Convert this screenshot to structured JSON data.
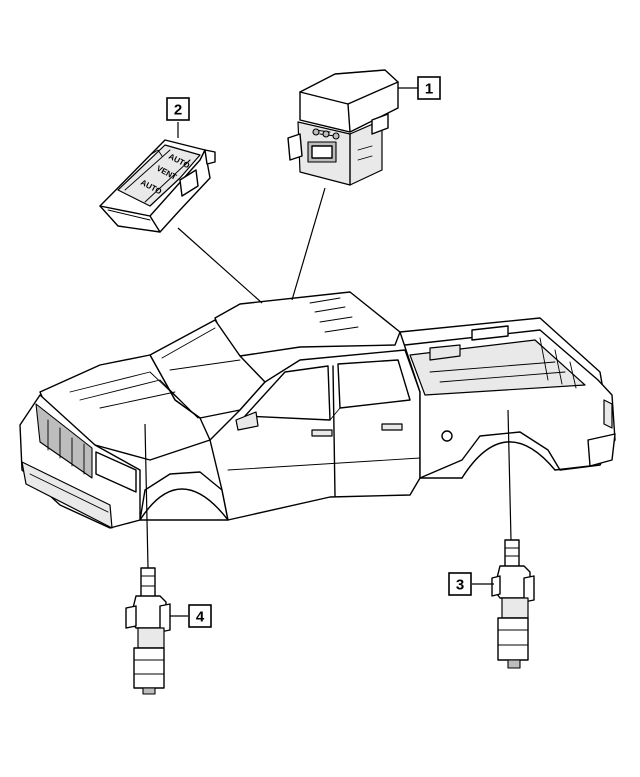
{
  "callouts": [
    {
      "id": "1",
      "label": "1"
    },
    {
      "id": "2",
      "label": "2"
    },
    {
      "id": "3",
      "label": "3"
    },
    {
      "id": "4",
      "label": "4"
    }
  ],
  "switch_labels": {
    "auto_top": "AUTO",
    "vent": "VENT",
    "auto_bottom": "AUTO"
  }
}
